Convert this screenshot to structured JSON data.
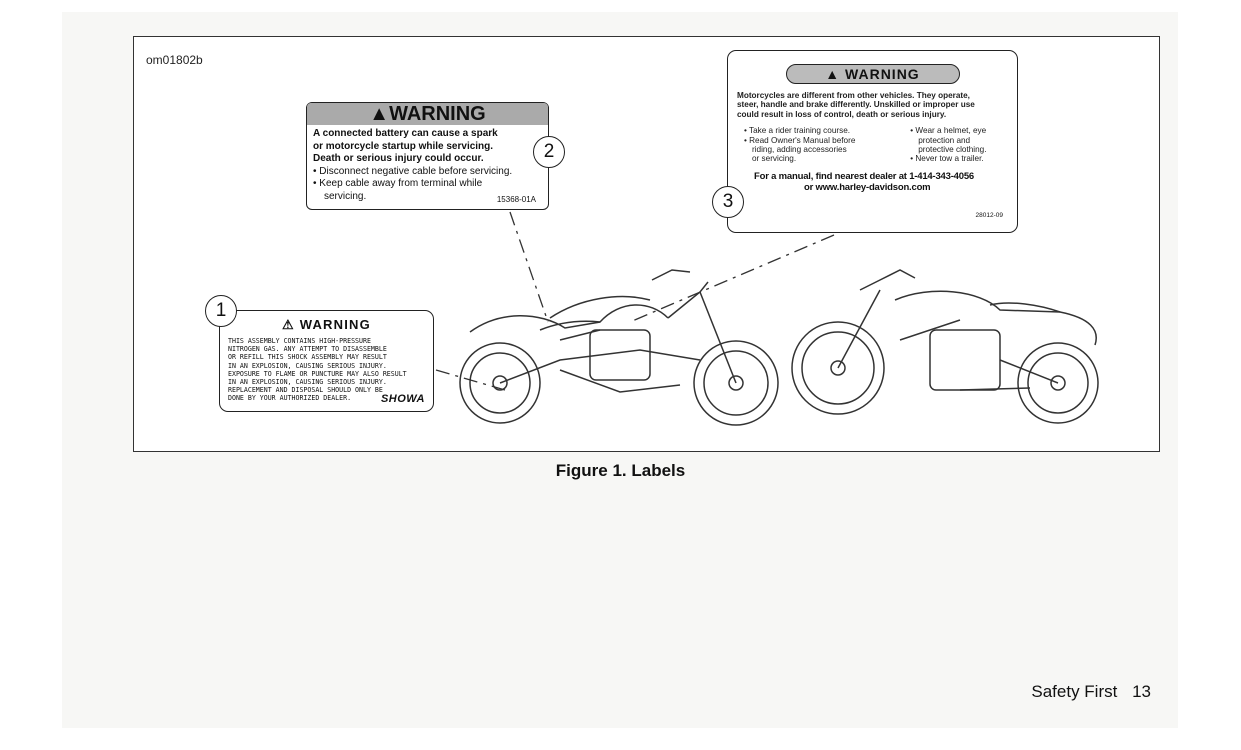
{
  "figure": {
    "id": "om01802b",
    "caption": "Figure 1. Labels"
  },
  "labels": {
    "one": {
      "callout": "1",
      "heading": "WARNING",
      "lines": [
        "THIS ASSEMBLY CONTAINS HIGH-PRESSURE",
        "NITROGEN GAS. ANY ATTEMPT TO DISASSEMBLE",
        "OR REFILL THIS SHOCK ASSEMBLY MAY RESULT",
        "IN AN EXPLOSION, CAUSING SERIOUS INJURY.",
        "EXPOSURE TO FLAME OR PUNCTURE MAY ALSO RESULT",
        "IN AN EXPLOSION, CAUSING SERIOUS INJURY.",
        "REPLACEMENT AND DISPOSAL SHOULD ONLY BE",
        "DONE BY YOUR AUTHORIZED DEALER."
      ],
      "brand": "SHOWA"
    },
    "two": {
      "callout": "2",
      "heading": "WARNING",
      "line1": "A connected battery can cause a spark",
      "line2": "or motorcycle startup while servicing.",
      "line3": "Death or serious injury could occur.",
      "bullet1": "• Disconnect negative cable before servicing.",
      "bullet2a": "• Keep cable away from terminal while",
      "bullet2b": "servicing.",
      "code": "15368-01A"
    },
    "three": {
      "callout": "3",
      "heading": "WARNING",
      "intro1": "Motorcycles are different from other vehicles. They operate,",
      "intro2": "steer, handle and brake differently. Unskilled or improper use",
      "intro3": "could result in loss of control, death or serious injury.",
      "left1": "• Take a rider training course.",
      "left2": "• Read Owner's Manual before",
      "left3": "riding, adding accessories",
      "left4": "or servicing.",
      "right1": "• Wear a helmet, eye",
      "right2": "protection and",
      "right3": "protective clothing.",
      "right4": "• Never tow a trailer.",
      "manual1": "For a manual, find nearest dealer at 1-414-343-4056",
      "manual2": "or www.harley-davidson.com",
      "code": "28012-09"
    }
  },
  "footer": {
    "section": "Safety First",
    "page_number": "13"
  }
}
